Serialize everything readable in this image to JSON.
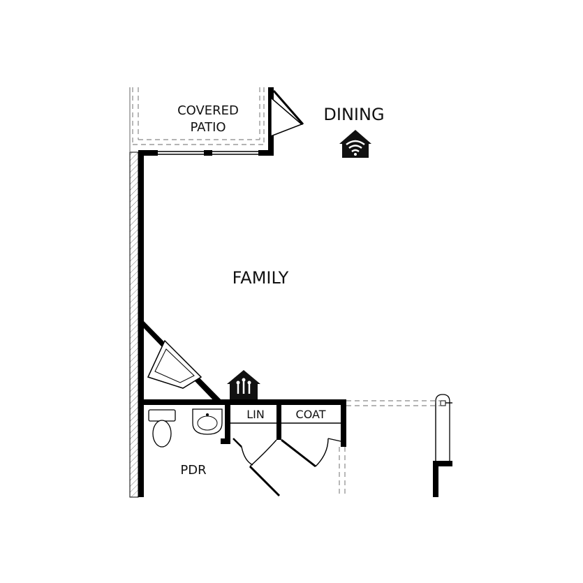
{
  "rooms": {
    "covered_patio_line1": "COVERED",
    "covered_patio_line2": "PATIO",
    "dining": "DINING",
    "family": "FAMILY",
    "lin": "LIN",
    "coat": "COAT",
    "pdr": "PDR"
  },
  "icons": {
    "dining_icon": "smart-home-wifi-icon",
    "family_icon": "smart-home-hub-icon"
  },
  "colors": {
    "walls": "#000000",
    "background": "#ffffff"
  }
}
